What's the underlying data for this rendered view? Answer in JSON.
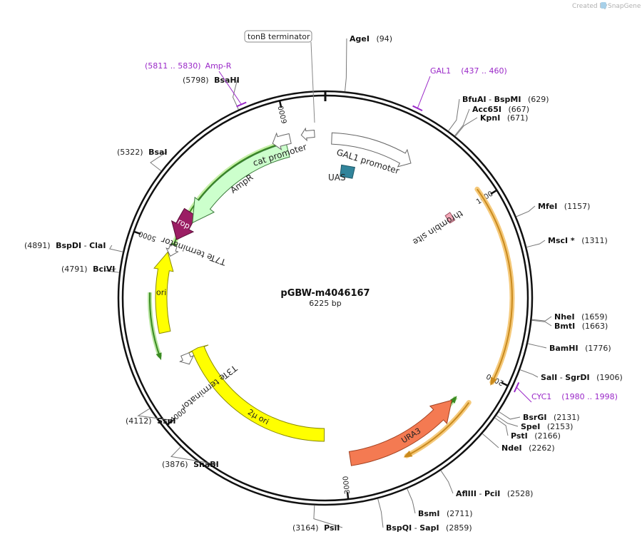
{
  "brand": {
    "created_by": "Created by",
    "app_name": "SnapGene"
  },
  "plasmid": {
    "name": "pGBW-m4046167",
    "length_label": "6225 bp",
    "length_bp": 6225
  },
  "ticks": [
    {
      "bp": 1000,
      "label": "1000"
    },
    {
      "bp": 2000,
      "label": "2000"
    },
    {
      "bp": 3000,
      "label": "3000"
    },
    {
      "bp": 4000,
      "label": "4000"
    },
    {
      "bp": 5000,
      "label": "5000"
    },
    {
      "bp": 6000,
      "label": "6000"
    }
  ],
  "sites": [
    {
      "name": "AgeI",
      "pos_label": "(94)",
      "bp": 94
    },
    {
      "name": "BfuAI",
      "sep": "-",
      "name2": "BspMI",
      "pos_label": "(629)",
      "bp": 629
    },
    {
      "name": "Acc65I",
      "pos_label": "(667)",
      "bp": 667
    },
    {
      "name": "KpnI",
      "pos_label": "(671)",
      "bp": 671
    },
    {
      "name": "MfeI",
      "pos_label": "(1157)",
      "bp": 1157
    },
    {
      "name": "MscI *",
      "pos_label": "(1311)",
      "bp": 1311
    },
    {
      "name": "NheI",
      "pos_label": "(1659)",
      "bp": 1659
    },
    {
      "name": "BmtI",
      "pos_label": "(1663)",
      "bp": 1663
    },
    {
      "name": "BamHI",
      "pos_label": "(1776)",
      "bp": 1776
    },
    {
      "name": "SalI",
      "sep": "-",
      "name2": "SgrDI",
      "pos_label": "(1906)",
      "bp": 1906
    },
    {
      "name": "BsrGI",
      "pos_label": "(2131)",
      "bp": 2131
    },
    {
      "name": "SpeI",
      "pos_label": "(2153)",
      "bp": 2153
    },
    {
      "name": "PstI",
      "pos_label": "(2166)",
      "bp": 2166
    },
    {
      "name": "NdeI",
      "pos_label": "(2262)",
      "bp": 2262
    },
    {
      "name": "AflIII",
      "sep": "-",
      "name2": "PciI",
      "pos_label": "(2528)",
      "bp": 2528
    },
    {
      "name": "BsmI",
      "pos_label": "(2711)",
      "bp": 2711
    },
    {
      "name": "BspQI",
      "sep": "-",
      "name2": "SapI",
      "pos_label": "(2859)",
      "bp": 2859
    },
    {
      "name": "PsiI",
      "pos_label": "(3164)",
      "bp": 3164
    },
    {
      "name": "SnaBI",
      "pos_label": "(3876)",
      "bp": 3876
    },
    {
      "name": "SspI",
      "pos_label": "(4112)",
      "bp": 4112
    },
    {
      "name": "BciVI",
      "pos_label": "(4791)",
      "bp": 4791
    },
    {
      "name": "BspDI",
      "sep": "-",
      "name2": "ClaI",
      "pos_label": "(4891)",
      "bp": 4891
    },
    {
      "name": "BsaI",
      "pos_label": "(5322)",
      "bp": 5322
    },
    {
      "name": "BsaHI",
      "pos_label": "(5798)",
      "bp": 5798
    }
  ],
  "primers": [
    {
      "name": "GAL1",
      "range": "(437 .. 460)",
      "bp": 448
    },
    {
      "name": "CYC1",
      "range": "(1980 .. 1998)",
      "bp": 1989
    },
    {
      "name": "Amp-R",
      "range": "(5811 .. 5830)",
      "bp": 5820
    }
  ],
  "features": [
    {
      "name": "GAL1 promoter",
      "color": "#ffffff"
    },
    {
      "name": "UAS",
      "color": "#31849b"
    },
    {
      "name": "thrombin site",
      "color": "#f3a7b7"
    },
    {
      "name": "URA3",
      "color": "#f47a52"
    },
    {
      "name": "2μ ori",
      "color": "#ffff00"
    },
    {
      "name": "T3Te terminator",
      "color": "#ffffff"
    },
    {
      "name": "ori",
      "color": "#ffff00"
    },
    {
      "name": "T7Te terminator",
      "color": "#ffffff"
    },
    {
      "name": "rop",
      "color": "#9b1e64"
    },
    {
      "name": "AmpR",
      "color": "#ccffcc"
    },
    {
      "name": "cat promoter",
      "color": "#ffffff"
    },
    {
      "name": "tonB terminator",
      "color": "#ffffff"
    }
  ],
  "colors": {
    "orf_orange": "#d9962a",
    "orf_green": "#3a8a22",
    "primer_purple": "#9a28c8"
  }
}
